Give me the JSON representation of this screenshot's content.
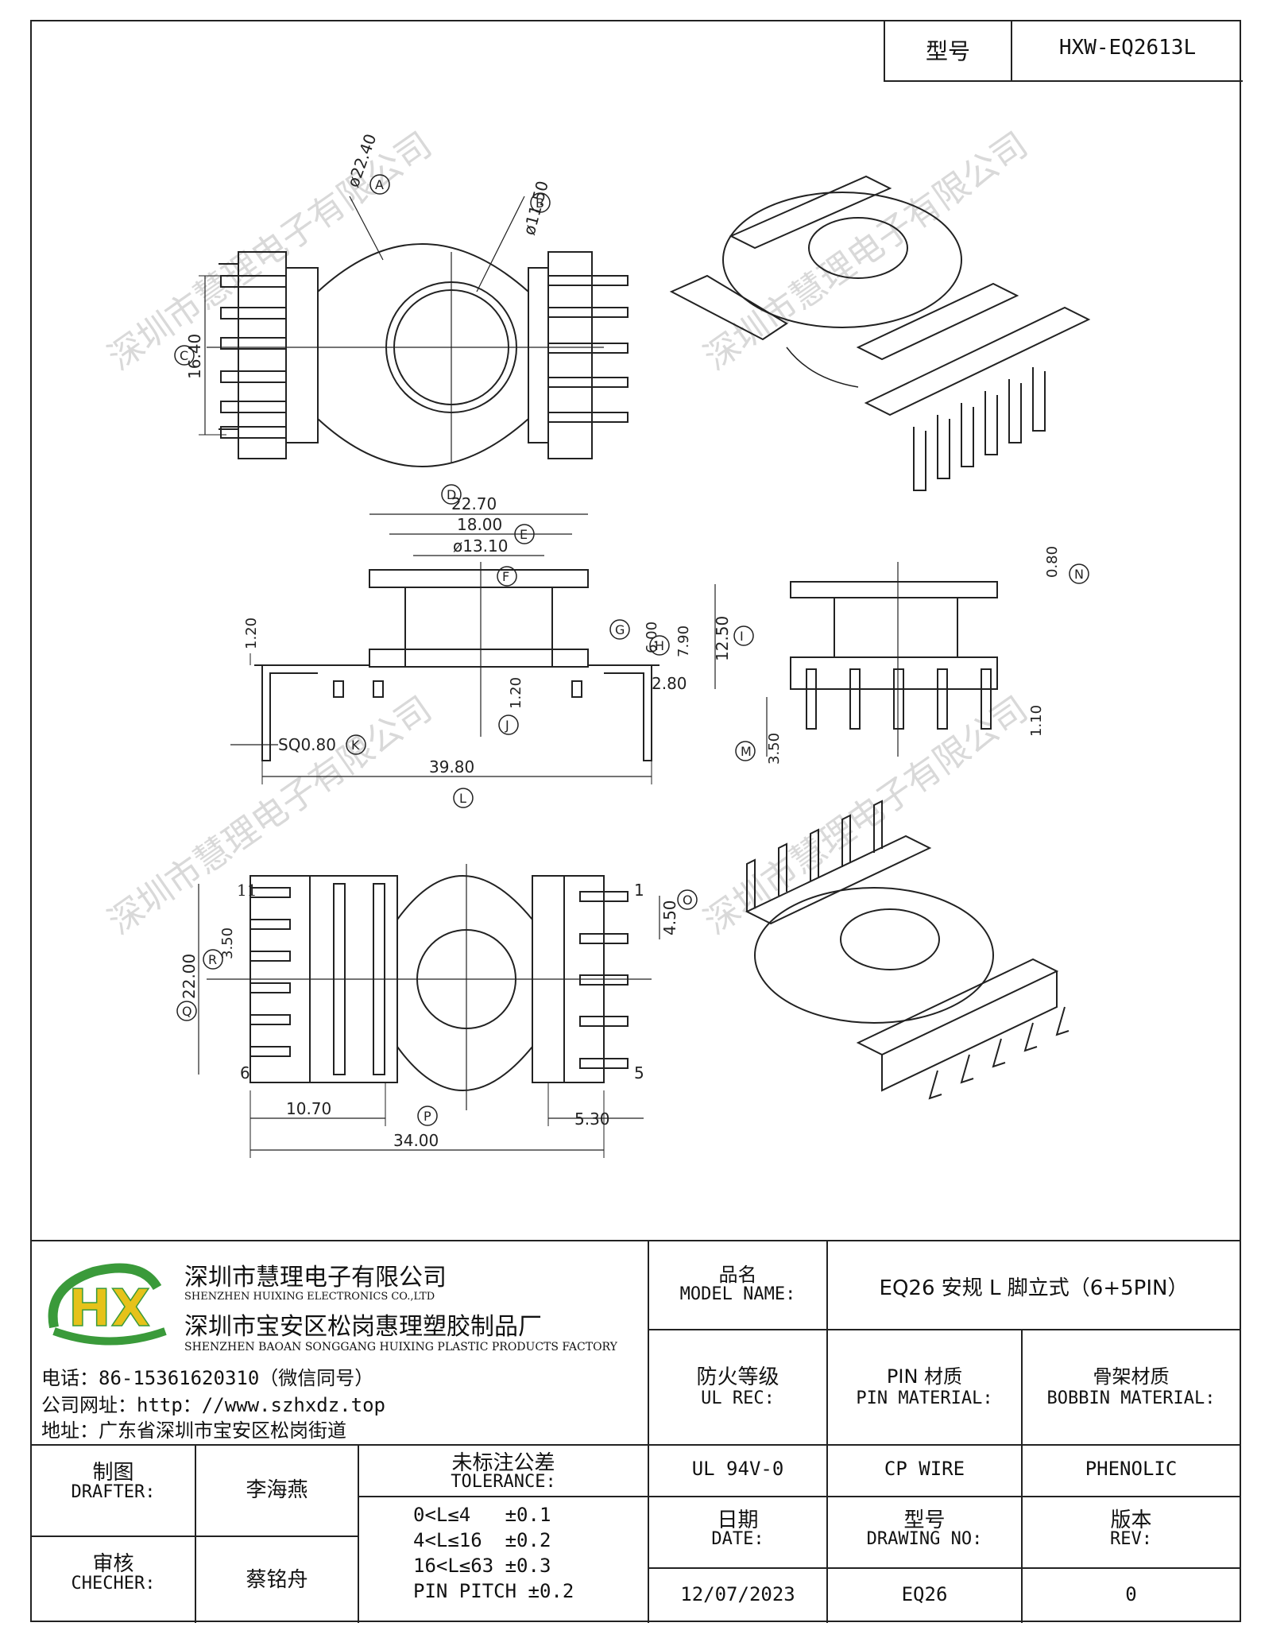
{
  "header": {
    "model_label": "型号",
    "model_value": "HXW-EQ2613L"
  },
  "watermark": "深圳市慧理电子有限公司",
  "drawing": {
    "top_view": {
      "dia_a": "ø22.40",
      "mark_a": "A",
      "dia_b": "ø11.50",
      "mark_b": "B",
      "dim_c": "16.40",
      "mark_c": "C"
    },
    "front_view": {
      "dim_d": "22.70",
      "mark_d": "D",
      "dim_e": "18.00",
      "mark_e": "E",
      "dim_f": "ø13.10",
      "mark_f": "F",
      "dim_g": "6.00",
      "mark_g": "G",
      "dim_h": "7.90",
      "mark_h": "H",
      "dim_i": "12.50",
      "mark_i": "I",
      "dim_j": "1.20",
      "mark_j": "J",
      "dim_flange": "1.20",
      "dim_pin_offset": "2.80",
      "dim_k": "SQ0.80",
      "mark_k": "K",
      "dim_l": "39.80",
      "mark_l": "L"
    },
    "side_view": {
      "dim_n": "0.80",
      "mark_n": "N",
      "dim_m": "3.50",
      "mark_m": "M",
      "dim_bottom": "1.10"
    },
    "bottom_view": {
      "pin_11": "11",
      "pin_6": "6",
      "pin_1": "1",
      "pin_5": "5",
      "dim_o": "4.50",
      "mark_o": "O",
      "dim_r": "3.50",
      "mark_r": "R",
      "dim_q": "22.00",
      "mark_q": "Q",
      "dim_left": "10.70",
      "dim_right": "5.30",
      "dim_p": "34.00",
      "mark_p": "P"
    }
  },
  "title_block": {
    "company_cn": "深圳市慧理电子有限公司",
    "company_en": "SHENZHEN HUIXING ELECTRONICS CO.,LTD",
    "factory_cn": "深圳市宝安区松岗惠理塑胶制品厂",
    "factory_en": "SHENZHEN BAOAN SONGGANG HUIXING PLASTIC PRODUCTS FACTORY",
    "phone": "电话：86-15361620310（微信同号）",
    "website": "公司网址：http：//www.szhxdz.top",
    "address": "地址：广东省深圳市宝安区松岗街道",
    "product_name_cn": "品名",
    "product_name_en": "MODEL NAME:",
    "product_name_value": "EQ26 安规 L 脚立式（6+5PIN）",
    "fire_cn": "防火等级",
    "fire_en": "UL REC:",
    "pin_mat_cn": "PIN 材质",
    "pin_mat_en": "PIN MATERIAL:",
    "bobbin_cn": "骨架材质",
    "bobbin_en": "BOBBIN MATERIAL:",
    "fire_value": "UL 94V-0",
    "pin_value": "CP WIRE",
    "bobbin_value": "PHENOLIC",
    "drafter_cn": "制图",
    "drafter_en": "DRAFTER:",
    "drafter_name": "李海燕",
    "tolerance_cn": "未标注公差",
    "tolerance_en": "TOLERANCE:",
    "tol_1": "0<L≤4   ±0.1",
    "tol_2": "4<L≤16  ±0.2",
    "tol_3": "16<L≤63 ±0.3",
    "tol_4": "PIN PITCH ±0.2",
    "checker_cn": "审核",
    "checker_en": "CHECHER:",
    "checker_name": "蔡铭舟",
    "date_cn": "日期",
    "date_en": "DATE:",
    "date_value": "12/07/2023",
    "drawing_no_cn": "型号",
    "drawing_no_en": "DRAWING NO:",
    "drawing_no_value": "EQ26",
    "rev_cn": "版本",
    "rev_en": "REV:",
    "rev_value": "0",
    "logo_text": "HX"
  },
  "colors": {
    "line": "#222222",
    "logo_green": "#3a9a3a",
    "logo_yellow": "#e6c21a",
    "watermark": "#d9d9d9"
  }
}
